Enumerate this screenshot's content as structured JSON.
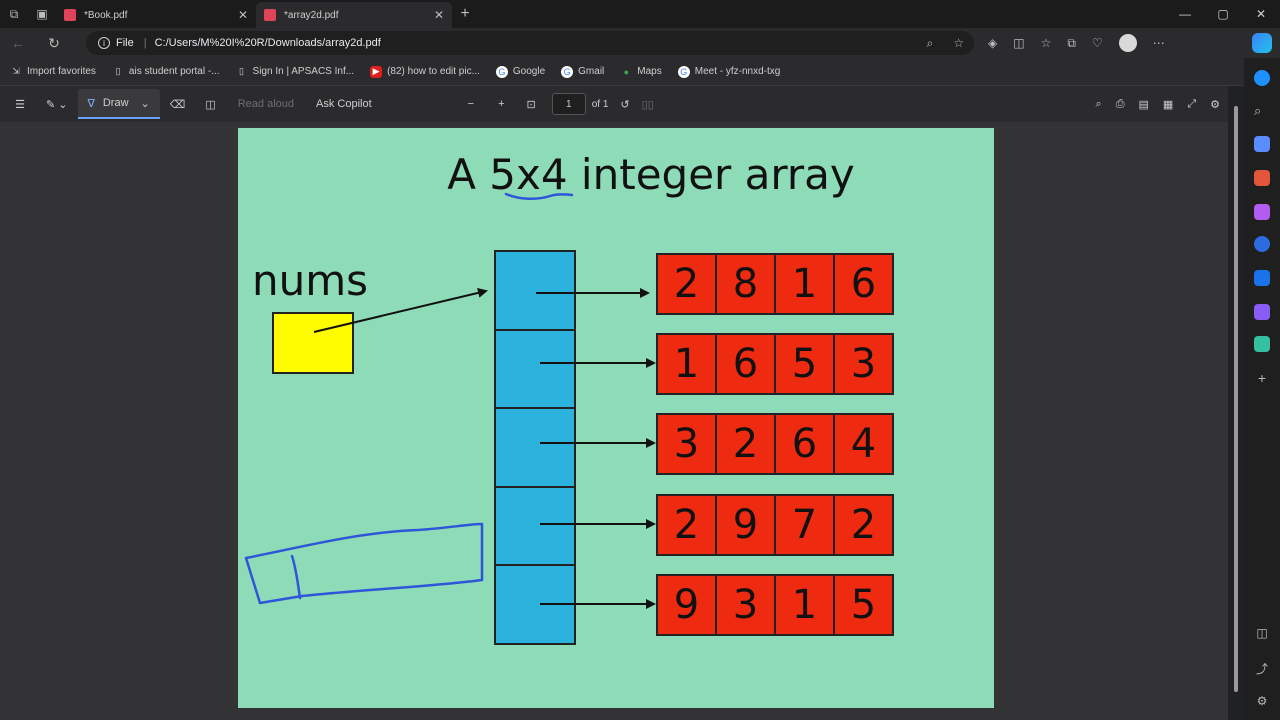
{
  "tabs": [
    {
      "label": "*Book.pdf",
      "active": false
    },
    {
      "label": "*array2d.pdf",
      "active": true
    }
  ],
  "address": {
    "scheme": "File",
    "url": "C:/Users/M%20I%20R/Downloads/array2d.pdf"
  },
  "favorites": [
    {
      "label": "Import favorites",
      "icon": "import-icon"
    },
    {
      "label": "ais student portal -...",
      "icon": "page-icon"
    },
    {
      "label": "Sign In | APSACS Inf...",
      "icon": "page-icon"
    },
    {
      "label": "(82) how to edit pic...",
      "icon": "youtube-icon"
    },
    {
      "label": "Google",
      "icon": "google-icon"
    },
    {
      "label": "Gmail",
      "icon": "google-icon"
    },
    {
      "label": "Maps",
      "icon": "maps-icon"
    },
    {
      "label": "Meet - yfz-nnxd-txg",
      "icon": "google-icon"
    }
  ],
  "pdf_toolbar": {
    "draw_label": "Draw",
    "read_aloud_label": "Read aloud",
    "ask_copilot_label": "Ask Copilot",
    "page_current": "1",
    "page_total": "of 1"
  },
  "slide": {
    "title": "A 5x4 integer array",
    "variable_label": "nums",
    "rows": [
      [
        "2",
        "8",
        "1",
        "6"
      ],
      [
        "1",
        "6",
        "5",
        "3"
      ],
      [
        "3",
        "2",
        "6",
        "4"
      ],
      [
        "2",
        "9",
        "7",
        "2"
      ],
      [
        "9",
        "3",
        "1",
        "5"
      ]
    ]
  },
  "colors": {
    "slide_bg": "#8ddbb7",
    "pointer_box": "#fffc00",
    "row_pointer": "#2bb3dd",
    "cell": "#ee2a10",
    "annotation_ink": "#2f55d8"
  }
}
